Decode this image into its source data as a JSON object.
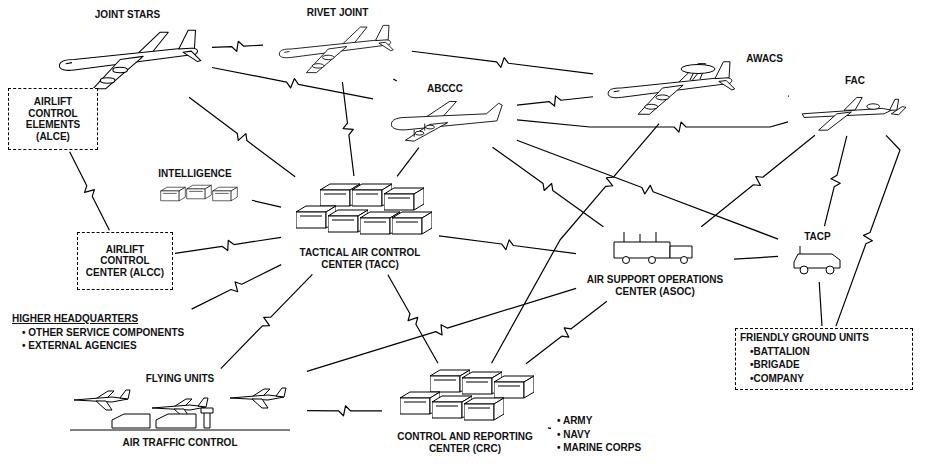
{
  "diagram": {
    "nodes": [
      {
        "text": [
          "JOINT STARS"
        ]
      },
      {
        "text": [
          "RIVET JOINT"
        ]
      },
      {
        "text": [
          "ABCCC"
        ]
      },
      {
        "text": [
          "AWACS"
        ]
      },
      {
        "text": [
          "FAC"
        ]
      },
      {
        "text": [
          "AIRLIFT CONTROL ELEMENTS (ALCE)"
        ]
      },
      {
        "text": [
          "INTELLIGENCE"
        ]
      },
      {
        "text": [
          "TACTICAL AIR CONTROL CENTER (TACC)"
        ]
      },
      {
        "text": [
          "AIRLIFT CONTROL CENTER (ALCC)"
        ]
      },
      {
        "text": [
          "HIGHER HEADQUARTERS",
          "• OTHER SERVICE COMPONENTS",
          "• EXTERNAL AGENCIES"
        ]
      },
      {
        "text": [
          "AIR SUPPORT OPERATIONS CENTER (ASOC)"
        ]
      },
      {
        "text": [
          "TACP"
        ]
      },
      {
        "text": [
          "FRIENDLY GROUND UNITS",
          "•BATTALION",
          "•BRIGADE",
          "•COMPANY"
        ]
      },
      {
        "text": [
          "FLYING UNITS",
          "AIR TRAFFIC CONTROL"
        ]
      },
      {
        "text": [
          "CONTROL AND REPORTING CENTER (CRC)"
        ]
      },
      {
        "text": [
          "• ARMY",
          "• NAVY",
          "• MARINE CORPS"
        ]
      }
    ],
    "edges": [
      {
        "from": 0,
        "to": 1,
        "arrow": "none"
      },
      {
        "from": 0,
        "to": 2,
        "arrow": "none"
      },
      {
        "from": 0,
        "to": 7,
        "arrow": "none"
      },
      {
        "from": 1,
        "to": 2,
        "arrow": "none"
      },
      {
        "from": 1,
        "to": 3,
        "arrow": "none"
      },
      {
        "from": 1,
        "to": 7,
        "arrow": "none"
      },
      {
        "from": 2,
        "to": 3,
        "arrow": "none"
      },
      {
        "from": 2,
        "to": 7,
        "arrow": "none"
      },
      {
        "from": 2,
        "to": 4,
        "arrow": "none"
      },
      {
        "from": 2,
        "to": 10,
        "arrow": "none"
      },
      {
        "from": 2,
        "to": 11,
        "arrow": "none"
      },
      {
        "from": 3,
        "to": 4,
        "arrow": "none"
      },
      {
        "from": 3,
        "to": 14,
        "arrow": "none"
      },
      {
        "from": 4,
        "to": 10,
        "arrow": "none"
      },
      {
        "from": 4,
        "to": 11,
        "arrow": "none"
      },
      {
        "from": 4,
        "to": 12,
        "arrow": "none"
      },
      {
        "from": 11,
        "to": 12,
        "arrow": "none"
      },
      {
        "from": 10,
        "to": 11,
        "arrow": "none"
      },
      {
        "from": 7,
        "to": 6,
        "arrow": "none"
      },
      {
        "from": 7,
        "to": 8,
        "arrow": "none"
      },
      {
        "from": 5,
        "to": 8,
        "arrow": "none"
      },
      {
        "from": 7,
        "to": 9,
        "arrow": "none"
      },
      {
        "from": 7,
        "to": 13,
        "arrow": "none"
      },
      {
        "from": 7,
        "to": 14,
        "arrow": "none"
      },
      {
        "from": 7,
        "to": 10,
        "arrow": "none"
      },
      {
        "from": 14,
        "to": 10,
        "arrow": "none"
      },
      {
        "from": 14,
        "to": 13,
        "arrow": "none"
      },
      {
        "from": 14,
        "to": 15,
        "arrow": "none"
      },
      {
        "from": 13,
        "to": 10,
        "arrow": "none"
      }
    ]
  }
}
